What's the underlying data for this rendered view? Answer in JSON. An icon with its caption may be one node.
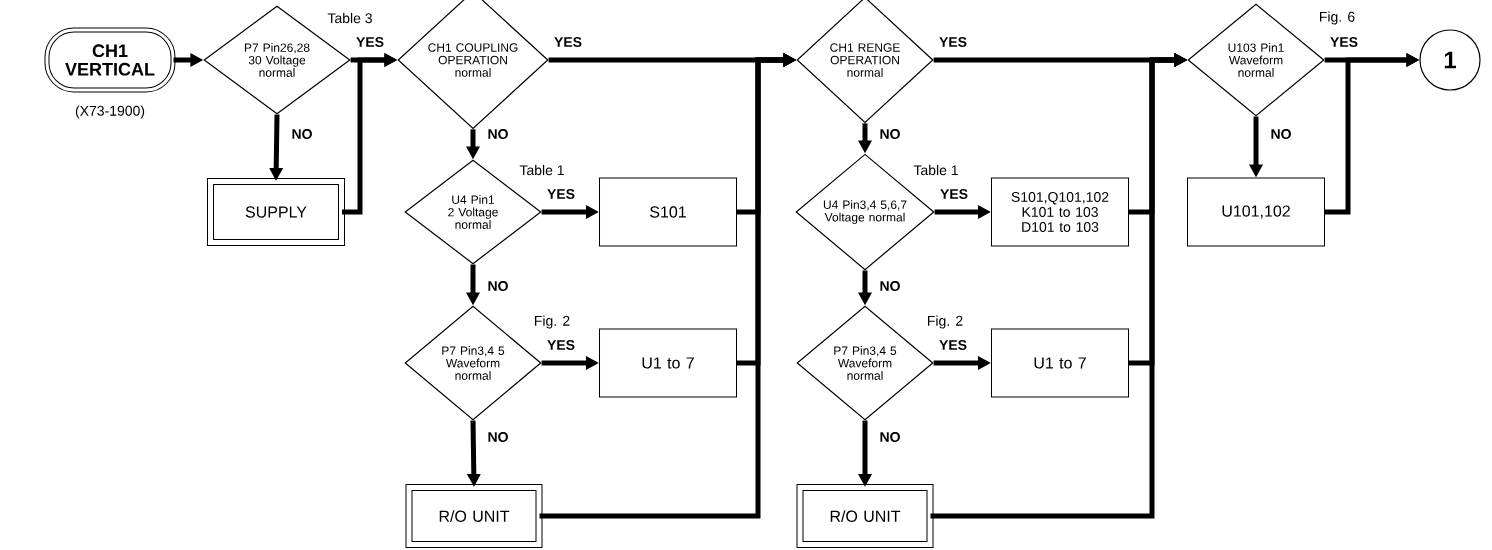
{
  "diagram": {
    "nodes": [
      {
        "text": [
          "CH1 VERTICAL"
        ],
        "beside": [
          "(X73-1900)"
        ]
      },
      {
        "text": [
          "P7 Pin26,28 30 Voltage normal"
        ]
      },
      {
        "text": [
          "SUPPLY"
        ]
      },
      {
        "text": [
          "CH1 COUPLING OPERATION normal"
        ]
      },
      {
        "text": [
          "U4 Pin1 2 Voltage normal"
        ]
      },
      {
        "text": [
          "S101"
        ]
      },
      {
        "text": [
          "P7 Pin3,4 5 Waveform normal"
        ]
      },
      {
        "text": [
          "U1 to 7"
        ]
      },
      {
        "text": [
          "R/O UNIT"
        ]
      },
      {
        "text": [
          "CH1 RENGE OPERATION normal"
        ]
      },
      {
        "text": [
          "U4 Pin3,4 5,6,7 Voltage normal"
        ]
      },
      {
        "text": [
          "S101,Q101,102 K101 to 103 D101 to 103"
        ]
      },
      {
        "text": [
          "P7 Pin3,4 5 Waveform normal"
        ]
      },
      {
        "text": [
          "U1 to 7"
        ]
      },
      {
        "text": [
          "R/O UNIT"
        ]
      },
      {
        "text": [
          "U103 Pin1 Waveform normal"
        ]
      },
      {
        "text": [
          "U101,102"
        ]
      },
      {
        "text": [
          "1"
        ]
      }
    ],
    "edges": [
      {
        "from": 0,
        "to": 1,
        "arrow": "to"
      },
      {
        "from": 1,
        "to": 3,
        "arrow": "to",
        "label": "YES"
      },
      {
        "from": 1,
        "to": 2,
        "arrow": "to",
        "label": "NO"
      },
      {
        "from": 2,
        "to": 3,
        "arrow": "to"
      },
      {
        "from": 3,
        "to": 9,
        "arrow": "to",
        "label": "YES"
      },
      {
        "from": 3,
        "to": 4,
        "arrow": "to",
        "label": "NO"
      },
      {
        "from": 4,
        "to": 5,
        "arrow": "to",
        "label": "YES"
      },
      {
        "from": 4,
        "to": 6,
        "arrow": "to",
        "label": "NO"
      },
      {
        "from": 5,
        "to": 9,
        "arrow": "to"
      },
      {
        "from": 6,
        "to": 7,
        "arrow": "to",
        "label": "YES"
      },
      {
        "from": 6,
        "to": 8,
        "arrow": "to",
        "label": "NO"
      },
      {
        "from": 7,
        "to": 9,
        "arrow": "to"
      },
      {
        "from": 8,
        "to": 9,
        "arrow": "to"
      },
      {
        "from": 9,
        "to": 15,
        "arrow": "to",
        "label": "YES"
      },
      {
        "from": 9,
        "to": 10,
        "arrow": "to",
        "label": "NO"
      },
      {
        "from": 10,
        "to": 11,
        "arrow": "to",
        "label": "YES"
      },
      {
        "from": 10,
        "to": 12,
        "arrow": "to",
        "label": "NO"
      },
      {
        "from": 11,
        "to": 15,
        "arrow": "to"
      },
      {
        "from": 12,
        "to": 13,
        "arrow": "to",
        "label": "YES"
      },
      {
        "from": 12,
        "to": 14,
        "arrow": "to",
        "label": "NO"
      },
      {
        "from": 13,
        "to": 15,
        "arrow": "to"
      },
      {
        "from": 14,
        "to": 15,
        "arrow": "to"
      },
      {
        "from": 15,
        "to": 17,
        "arrow": "to",
        "label": "YES"
      },
      {
        "from": 15,
        "to": 16,
        "arrow": "to",
        "label": "NO"
      },
      {
        "from": 16,
        "to": 17,
        "arrow": "to"
      }
    ],
    "labels": [
      "Table 3",
      "Fig. 6",
      "Table 1",
      "Table 1",
      "Fig. 2",
      "Fig. 2"
    ]
  }
}
